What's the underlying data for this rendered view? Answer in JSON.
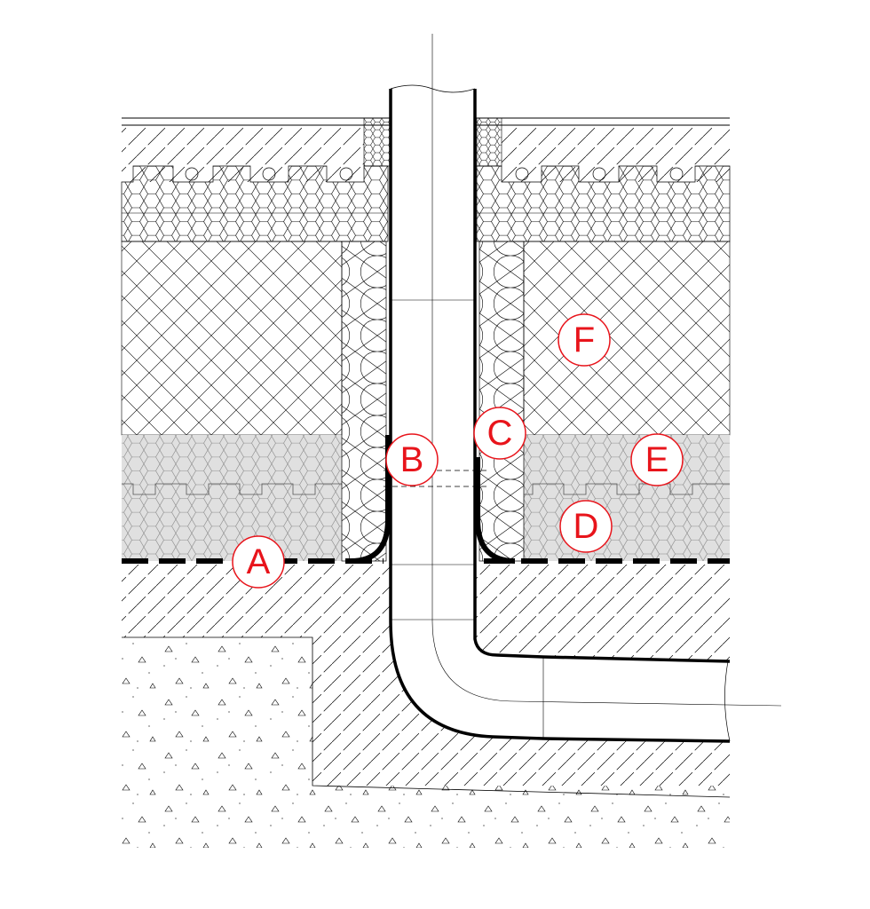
{
  "drawing": {
    "labels": [
      {
        "id": "A",
        "text": "A"
      },
      {
        "id": "B",
        "text": "B"
      },
      {
        "id": "C",
        "text": "C"
      },
      {
        "id": "D",
        "text": "D"
      },
      {
        "id": "E",
        "text": "E"
      },
      {
        "id": "F",
        "text": "F"
      }
    ],
    "colors": {
      "label": "#e8141b",
      "insulation_fill": "#e0e0e0",
      "line": "#000000"
    }
  }
}
